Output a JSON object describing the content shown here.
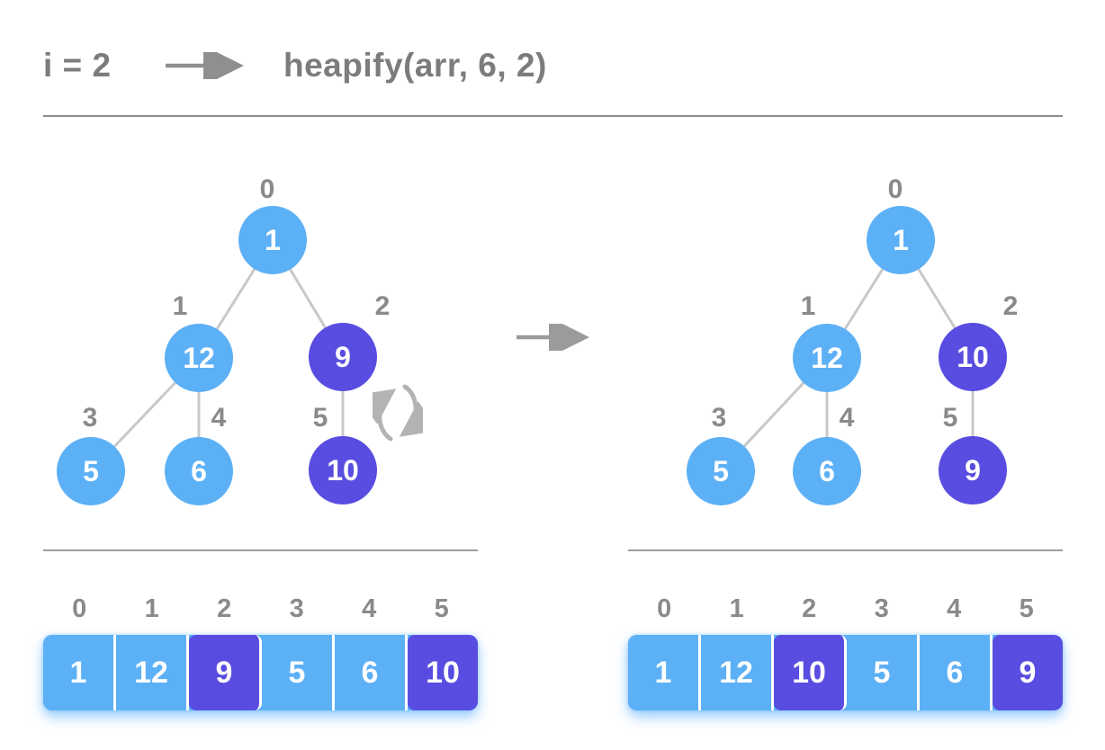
{
  "header": {
    "iteration": "i = 2",
    "call": "heapify(arr, 6, 2)"
  },
  "trees": {
    "before": {
      "nodes": [
        {
          "index": "0",
          "value": "1",
          "variant": "light"
        },
        {
          "index": "1",
          "value": "12",
          "variant": "light"
        },
        {
          "index": "2",
          "value": "9",
          "variant": "dark"
        },
        {
          "index": "3",
          "value": "5",
          "variant": "light"
        },
        {
          "index": "4",
          "value": "6",
          "variant": "light"
        },
        {
          "index": "5",
          "value": "10",
          "variant": "dark"
        }
      ]
    },
    "after": {
      "nodes": [
        {
          "index": "0",
          "value": "1",
          "variant": "light"
        },
        {
          "index": "1",
          "value": "12",
          "variant": "light"
        },
        {
          "index": "2",
          "value": "10",
          "variant": "dark"
        },
        {
          "index": "3",
          "value": "5",
          "variant": "light"
        },
        {
          "index": "4",
          "value": "6",
          "variant": "light"
        },
        {
          "index": "5",
          "value": "9",
          "variant": "dark"
        }
      ]
    }
  },
  "arrays": {
    "before": {
      "indices": [
        "0",
        "1",
        "2",
        "3",
        "4",
        "5"
      ],
      "cells": [
        {
          "value": "1",
          "variant": "light"
        },
        {
          "value": "12",
          "variant": "light"
        },
        {
          "value": "9",
          "variant": "dark"
        },
        {
          "value": "5",
          "variant": "light"
        },
        {
          "value": "6",
          "variant": "light"
        },
        {
          "value": "10",
          "variant": "dark"
        }
      ]
    },
    "after": {
      "indices": [
        "0",
        "1",
        "2",
        "3",
        "4",
        "5"
      ],
      "cells": [
        {
          "value": "1",
          "variant": "light"
        },
        {
          "value": "12",
          "variant": "light"
        },
        {
          "value": "10",
          "variant": "dark"
        },
        {
          "value": "5",
          "variant": "light"
        },
        {
          "value": "6",
          "variant": "light"
        },
        {
          "value": "9",
          "variant": "dark"
        }
      ]
    }
  },
  "colors": {
    "node_light": "#5cb0f6",
    "node_dark": "#584de0",
    "label_gray": "#8a8a8a",
    "edge_gray": "#c8c8c8",
    "arrow_gray": "#9b9b9b"
  }
}
